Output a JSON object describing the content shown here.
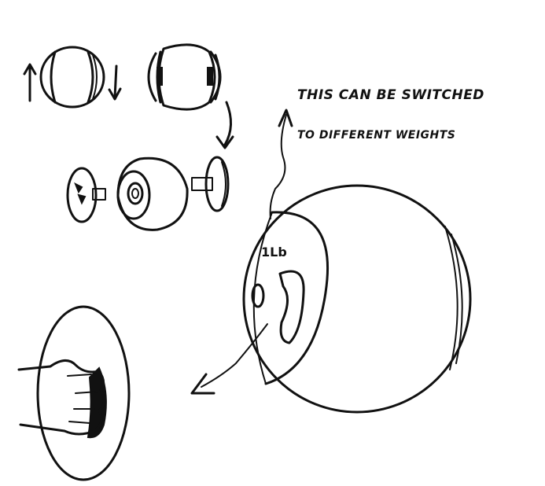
{
  "annotations": {
    "note_line_1": "THIS CAN BE SWITCHED",
    "note_line_2": "TO DIFFERENT WEIGHTS",
    "weight_label": "1Lb"
  }
}
